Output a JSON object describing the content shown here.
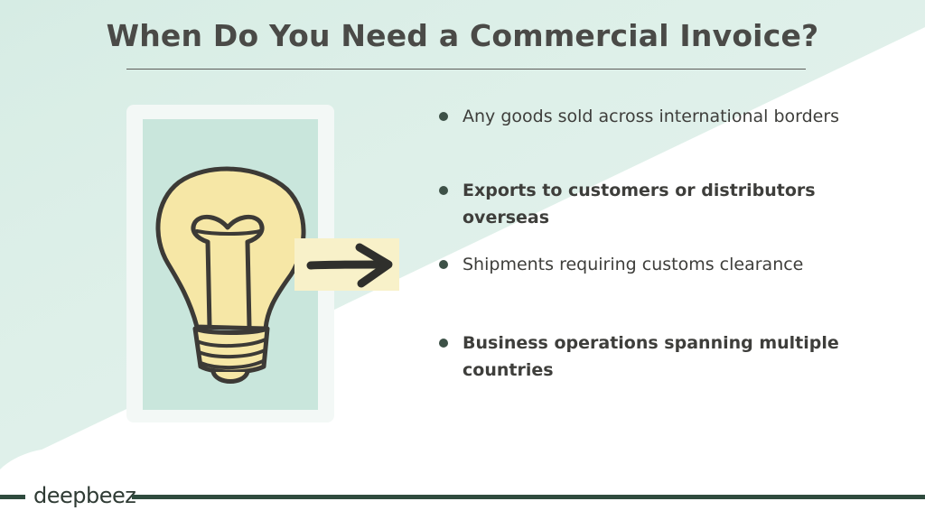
{
  "slide": {
    "title": "When Do You Need a Commercial Invoice?"
  },
  "bullets": [
    {
      "text": "Any goods sold across international borders",
      "bold": false
    },
    {
      "text": "Exports to customers or distributors overseas",
      "bold": true
    },
    {
      "text": "Shipments requiring customs clearance",
      "bold": false
    },
    {
      "text": "Business operations spanning multiple countries",
      "bold": true
    }
  ],
  "footer": {
    "brand": "deepbeez"
  },
  "illustration": {
    "icons": [
      "lightbulb-icon",
      "arrow-right-icon"
    ]
  },
  "colors": {
    "background_mint": "#dcefe8",
    "accent_green": "#2f4b3e",
    "title_text": "#4a4a47",
    "photo_mint": "#c9e6dc",
    "bulb_yellow": "#f6e7a6",
    "arrow_highlight": "#f8f1c9"
  }
}
